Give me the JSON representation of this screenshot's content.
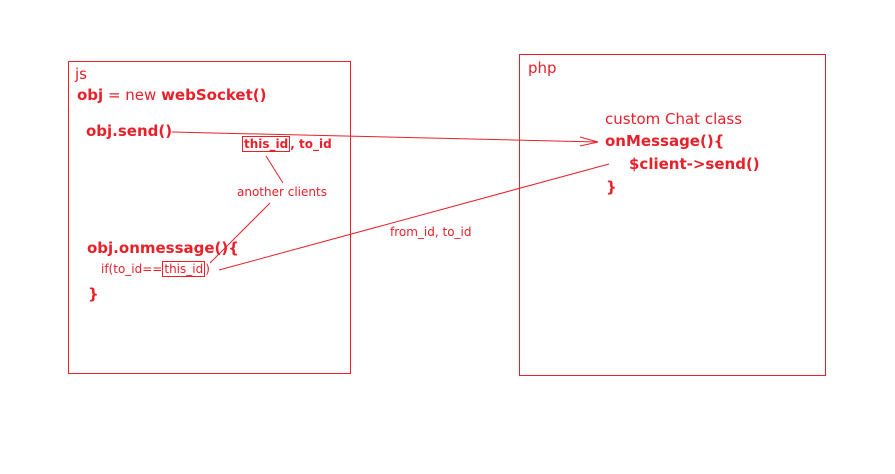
{
  "colors": {
    "accent": "#e8202a",
    "background": "#ffffff"
  },
  "js_panel": {
    "title": "js",
    "line1": {
      "obj": "obj",
      "middle": " = new ",
      "ctor": "webSocket()"
    },
    "send_call": "obj.send()",
    "send_args": {
      "boxed": "this_id",
      "rest": ", to_id"
    },
    "another_clients_note": "another clients",
    "onmessage_open": "obj.onmessage(){",
    "condition": {
      "prefix": "if(to_id==",
      "boxed": "this_id",
      "suffix": ")"
    },
    "closing_brace": "}"
  },
  "php_panel": {
    "title": "php",
    "class_label": "custom Chat class",
    "onmessage_open": "onMessage(){",
    "client_send": "$client->send()",
    "closing_brace": "}"
  },
  "arrow_label": "from_id, to_id"
}
